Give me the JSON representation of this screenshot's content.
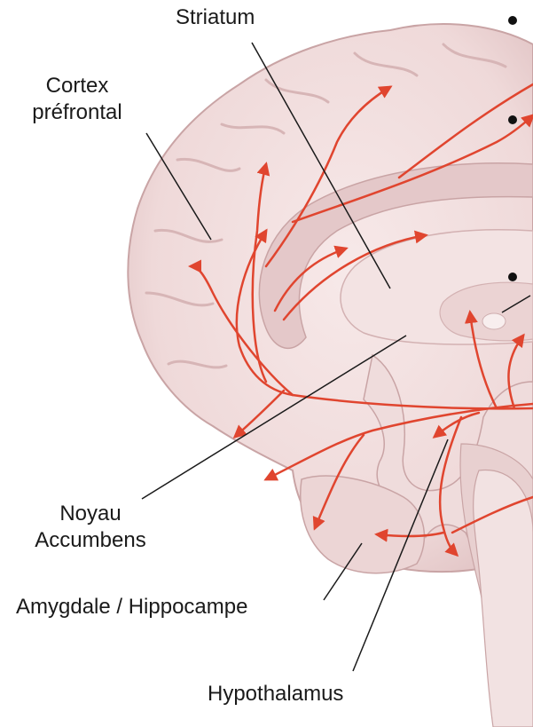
{
  "labels": {
    "striatum": "Striatum",
    "cortex_line1": "Cortex",
    "cortex_line2": "préfrontal",
    "noyau_line1": "Noyau",
    "noyau_line2": "Accumbens",
    "amygdale": "Amygdale / Hippocampe",
    "hypothalamus": "Hypothalamus"
  },
  "colors": {
    "brain_fill": "#f0dcdc",
    "brain_shadow": "#d9b9ba",
    "brain_highlight": "#f8ecec",
    "pathway": "#e0452f",
    "leader_line": "#1a1a1a"
  }
}
